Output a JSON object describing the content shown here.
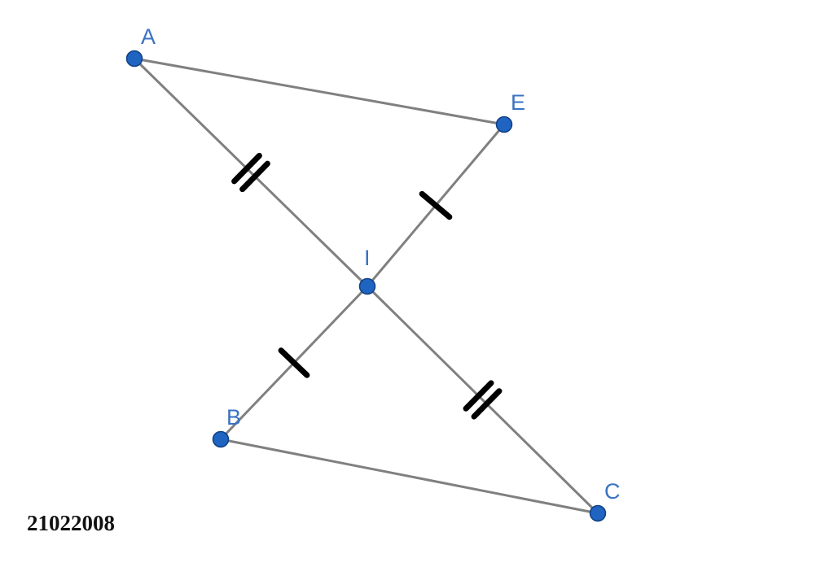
{
  "points": [
    {
      "id": "A",
      "label": "A"
    },
    {
      "id": "E",
      "label": "E"
    },
    {
      "id": "I",
      "label": "I"
    },
    {
      "id": "B",
      "label": "B"
    },
    {
      "id": "C",
      "label": "C"
    }
  ],
  "segments": [
    {
      "from": "A",
      "to": "E",
      "ticks": 0
    },
    {
      "from": "A",
      "to": "I",
      "ticks": 2
    },
    {
      "from": "I",
      "to": "C",
      "ticks": 2
    },
    {
      "from": "E",
      "to": "I",
      "ticks": 1
    },
    {
      "from": "I",
      "to": "B",
      "ticks": 1
    },
    {
      "from": "B",
      "to": "C",
      "ticks": 0
    }
  ],
  "colors": {
    "point": "#1f64c0",
    "label": "#3a72c2",
    "segment": "#808080",
    "tick": "#000000"
  },
  "caption": "21022008"
}
